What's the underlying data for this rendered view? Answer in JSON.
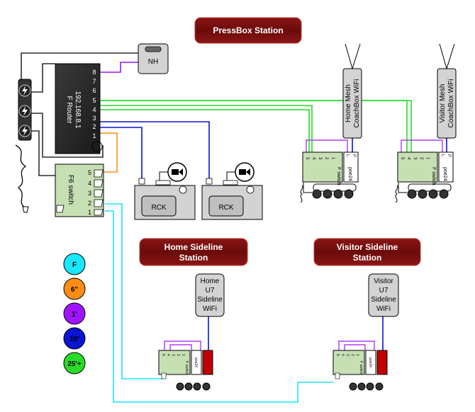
{
  "titles": {
    "pressbox": "PressBox Station",
    "home_sideline": [
      "Home Sideline",
      "Station"
    ],
    "visitor_sideline": [
      "Visitor Sideline",
      "Station"
    ]
  },
  "router": {
    "label": [
      "F Router",
      "192.168.8.1"
    ],
    "ports": [
      "8",
      "7",
      "6",
      "5",
      "4",
      "3",
      "2",
      "1"
    ]
  },
  "nh": {
    "label": "NH"
  },
  "f6_switch": {
    "label": "F6 switch",
    "ports": [
      "5",
      "4",
      "3",
      "2",
      "1"
    ]
  },
  "rck": {
    "label": "RCK"
  },
  "mesh": {
    "home": [
      "Home Mesh",
      "CoachBox WiFi"
    ],
    "visitor": [
      "Visitor Mesh",
      "CoachBox WiFi"
    ]
  },
  "u7": {
    "home": [
      "Home",
      "U7",
      "Sideline",
      "WiFi"
    ],
    "visitor": [
      "Visitor",
      "U7",
      "Sideline",
      "WiFi"
    ]
  },
  "small_switch": {
    "label": "F switch",
    "ports": [
      "5",
      "4",
      "3",
      "2",
      "1"
    ],
    "poe_label": "poe24",
    "poe_ports": [
      "L",
      "P"
    ]
  },
  "legend": [
    {
      "label": "F",
      "color": "#19e6ff"
    },
    {
      "label": "6\"",
      "color": "#ff8c14"
    },
    {
      "label": "1'",
      "color": "#a014ff"
    },
    {
      "label": "10'",
      "color": "#0a14d2"
    },
    {
      "label": "25'+",
      "color": "#28dc28"
    }
  ],
  "colors": {
    "title_fill": "#7a0f0f",
    "router_fill": "#2b2b2b",
    "switch_fill": "#c6e0b4",
    "device_fill": "#d3d3d3",
    "cable_black": "#000000",
    "cable_cyan": "#19e6ff",
    "cable_orange": "#ff8c14",
    "cable_purple": "#a014ff",
    "cable_blue": "#0a14d2",
    "cable_green": "#28dc28"
  }
}
